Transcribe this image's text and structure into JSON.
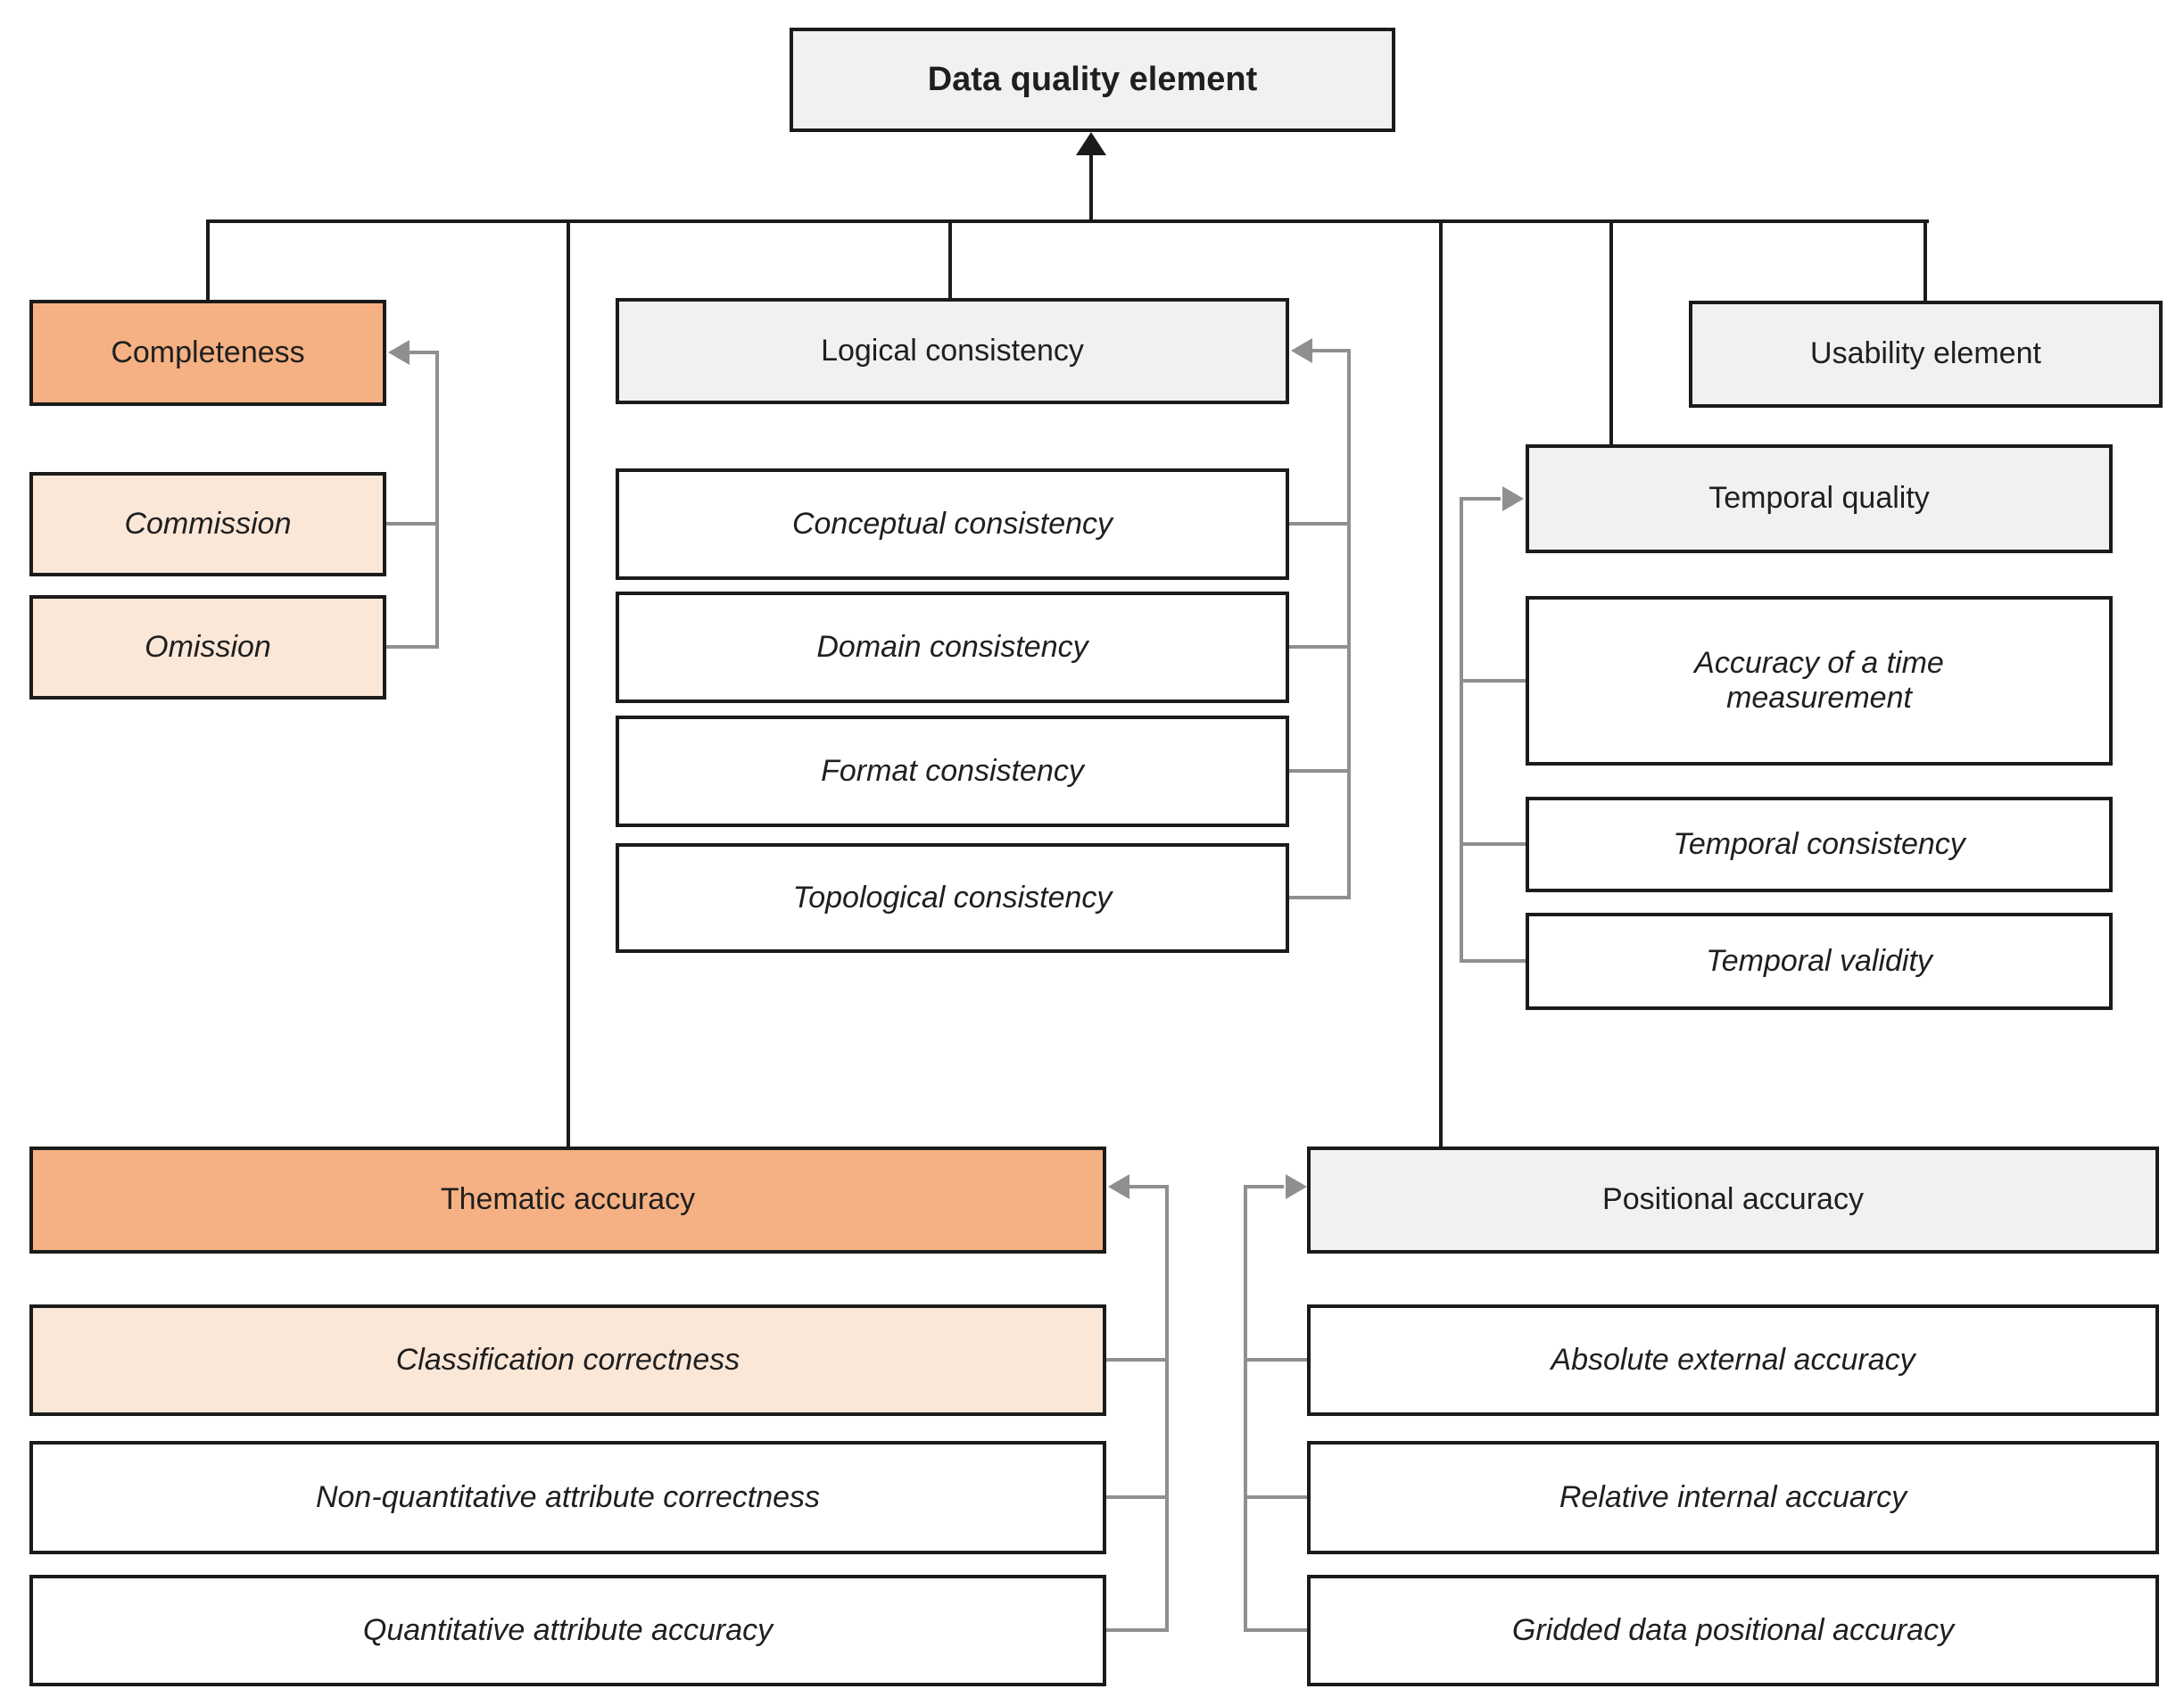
{
  "root": {
    "label": "Data quality element"
  },
  "groups": [
    {
      "element": "Completeness",
      "subs": [
        "Commission",
        "Omission"
      ]
    },
    {
      "element": "Logical consistency",
      "subs": [
        "Conceptual consistency",
        "Domain consistency",
        "Format consistency",
        "Topological consistency"
      ]
    },
    {
      "element": "Usability element",
      "subs": []
    },
    {
      "element": "Temporal quality",
      "subs": [
        "Accuracy of a time measurement",
        "Temporal consistency",
        "Temporal validity"
      ]
    },
    {
      "element": "Thematic accuracy",
      "subs": [
        "Classification correctness",
        "Non-quantitative attribute correctness",
        "Quantitative attribute accuracy"
      ]
    },
    {
      "element": "Positional accuracy",
      "subs": [
        "Absolute external accuracy",
        "Relative internal accuarcy",
        "Gridded data positional accuracy"
      ]
    }
  ],
  "colors": {
    "element_fill": "#f1f1f0",
    "highlight_element_fill": "#f5b183",
    "highlight_sub_fill": "#fbe7d8",
    "sub_fill": "#ffffff",
    "border": "#1b1b1b",
    "connector": "#8f8f8f"
  }
}
